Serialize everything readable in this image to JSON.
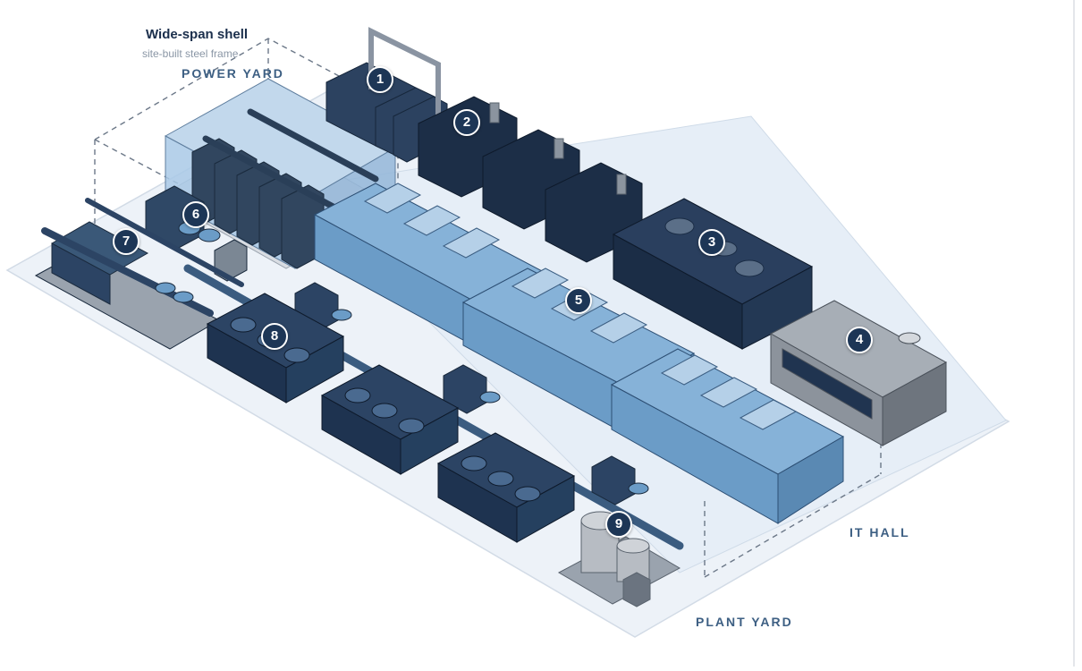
{
  "shell": {
    "title": "Wide-span shell",
    "subtitle": "site-built steel frame"
  },
  "zones": {
    "power_yard": "POWER YARD",
    "it_hall": "IT HALL",
    "plant_yard": "PLANT YARD"
  },
  "markers": [
    "1",
    "2",
    "3",
    "4",
    "5",
    "6",
    "7",
    "8",
    "9"
  ],
  "colors": {
    "ground": "#edf2f8",
    "dark_navy": "#1d3656",
    "hall_blue": "#6b9cc7",
    "hall_roof": "#86b2d8",
    "glass_blue": "#a9c9e6",
    "office_gray": "#8c939c",
    "tank_gray": "#b7bcc3",
    "label_blue": "#3d5f83"
  }
}
